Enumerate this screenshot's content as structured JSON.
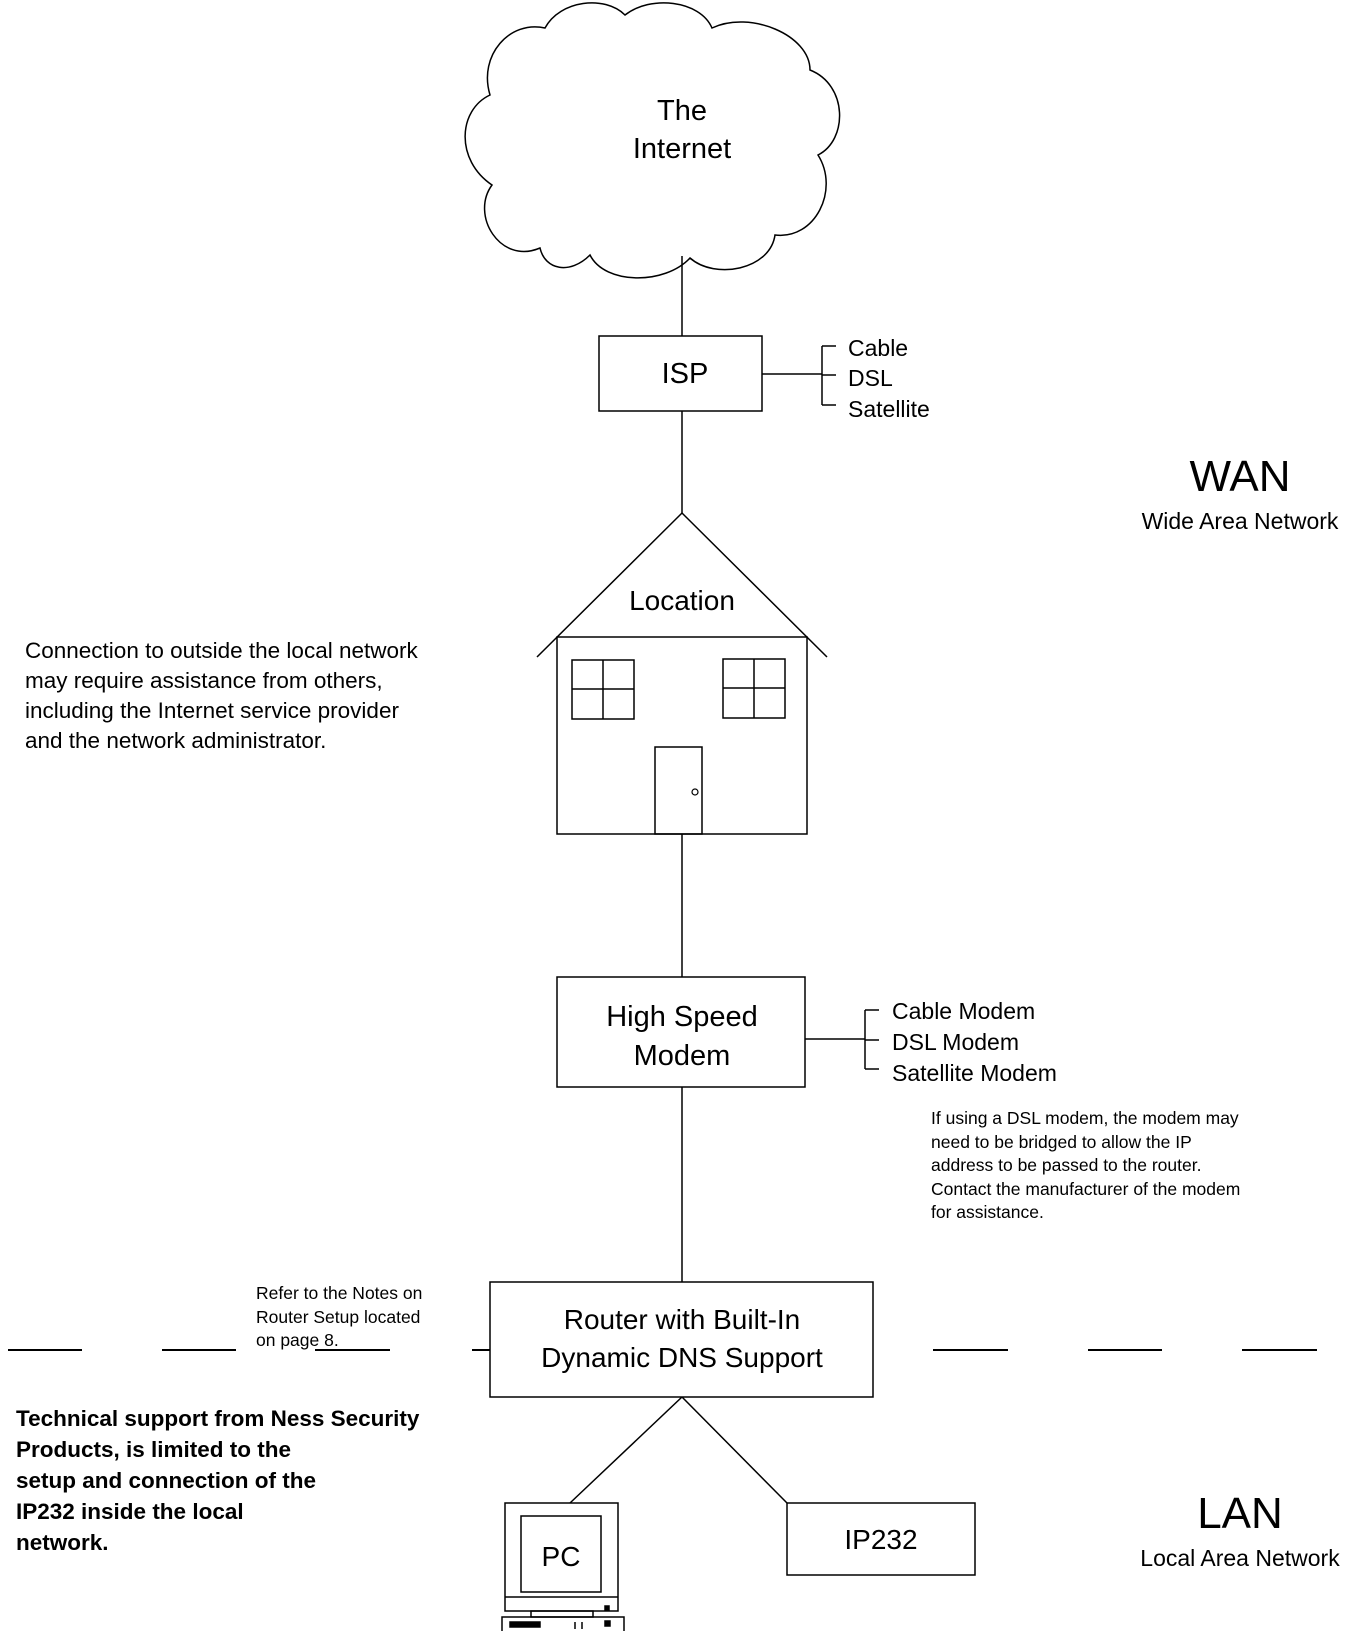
{
  "cloud": {
    "line1": "The",
    "line2": "Internet"
  },
  "isp": {
    "label": "ISP",
    "options": [
      "Cable",
      "DSL",
      "Satellite"
    ]
  },
  "wan": {
    "title": "WAN",
    "subtitle": "Wide Area Network"
  },
  "location": {
    "label": "Location"
  },
  "connection_note": [
    "Connection to outside the local network",
    "may require assistance from others,",
    "including the Internet service provider",
    "and the network administrator."
  ],
  "modem": {
    "line1": "High Speed",
    "line2": "Modem",
    "options": [
      "Cable Modem",
      "DSL Modem",
      "Satellite Modem"
    ]
  },
  "dsl_note": [
    "If using a DSL modem, the modem may",
    "need to be bridged to allow the IP",
    "address to be passed to the router.",
    "Contact the manufacturer of the modem",
    "for  assistance."
  ],
  "router_note": [
    "Refer to the Notes on",
    "Router Setup located",
    "on page 8."
  ],
  "router": {
    "line1": "Router with Built-In",
    "line2": "Dynamic DNS Support"
  },
  "support_note": [
    "Technical support from Ness Security",
    "Products, is limited to the",
    "setup and connection of the",
    "IP232 inside the local",
    "network."
  ],
  "lan": {
    "title": "LAN",
    "subtitle": "Local Area Network"
  },
  "pc": {
    "label": "PC"
  },
  "ip232": {
    "label": "IP232"
  }
}
